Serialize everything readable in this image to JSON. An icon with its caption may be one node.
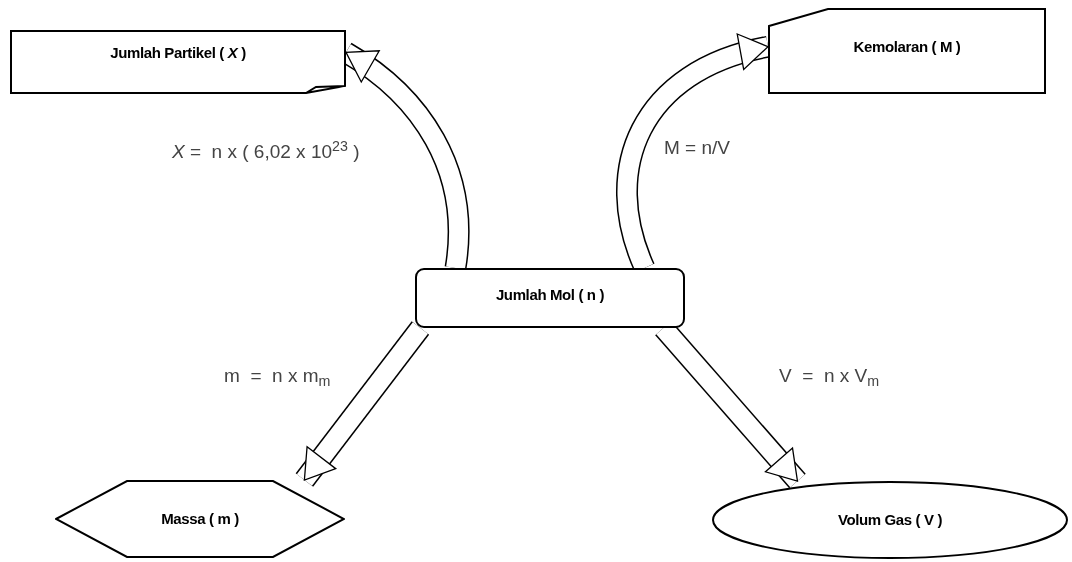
{
  "diagram": {
    "nodes": [
      {
        "text": [
          "Jumlah Partikel ( *X* )"
        ]
      },
      {
        "text": [
          "Kemolaran ( M )"
        ]
      },
      {
        "text": [
          "Jumlah Mol ( n )"
        ]
      },
      {
        "text": [
          "Massa ( m )"
        ]
      },
      {
        "text": [
          "Volum Gas ( V )"
        ]
      }
    ],
    "edges": [
      {
        "from": 2,
        "to": 0,
        "arrow": "to",
        "label": "*X* =  n x ( 6,02 x 10$^{23}$ )"
      },
      {
        "from": 2,
        "to": 1,
        "arrow": "to",
        "label": "M = n/V"
      },
      {
        "from": 2,
        "to": 3,
        "arrow": "to",
        "label": "m  =  n x m$_{m}$"
      },
      {
        "from": 2,
        "to": 4,
        "arrow": "to",
        "label": "V  =  n x V$_{m}$"
      }
    ]
  }
}
